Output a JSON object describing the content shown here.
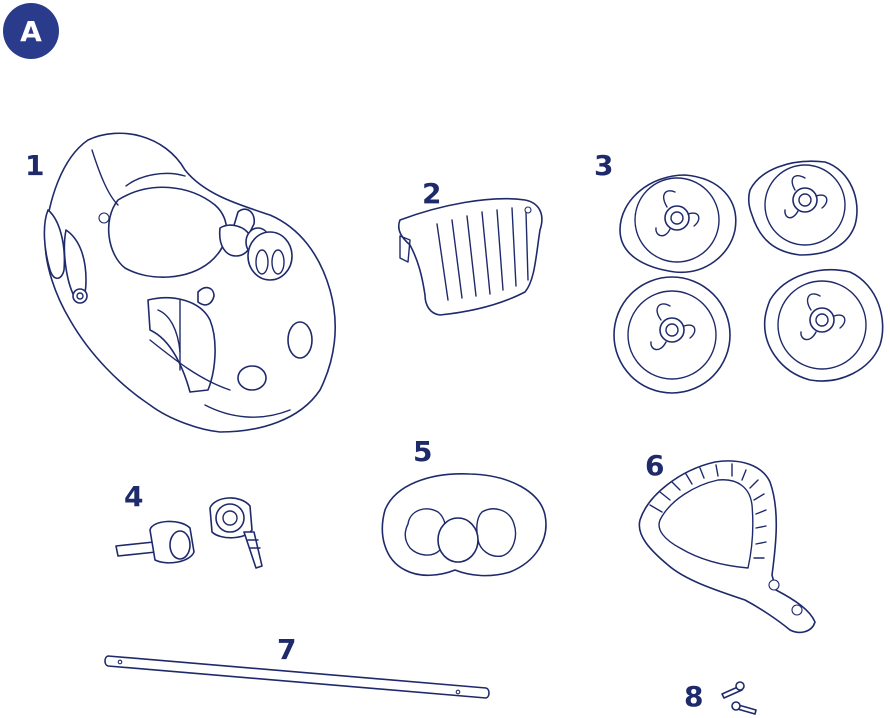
{
  "badge": {
    "letter": "A",
    "color": "#2b3b8c"
  },
  "line_color": "#1f2a6b",
  "parts": [
    {
      "number": "1",
      "icon": "car-body-icon"
    },
    {
      "number": "2",
      "icon": "seat-panel-icon"
    },
    {
      "number": "3",
      "icon": "wheels-icon"
    },
    {
      "number": "4",
      "icon": "caster-wheels-icon"
    },
    {
      "number": "5",
      "icon": "front-cover-icon"
    },
    {
      "number": "6",
      "icon": "steering-handle-icon"
    },
    {
      "number": "7",
      "icon": "push-bar-icon"
    },
    {
      "number": "8",
      "icon": "screws-icon"
    }
  ]
}
